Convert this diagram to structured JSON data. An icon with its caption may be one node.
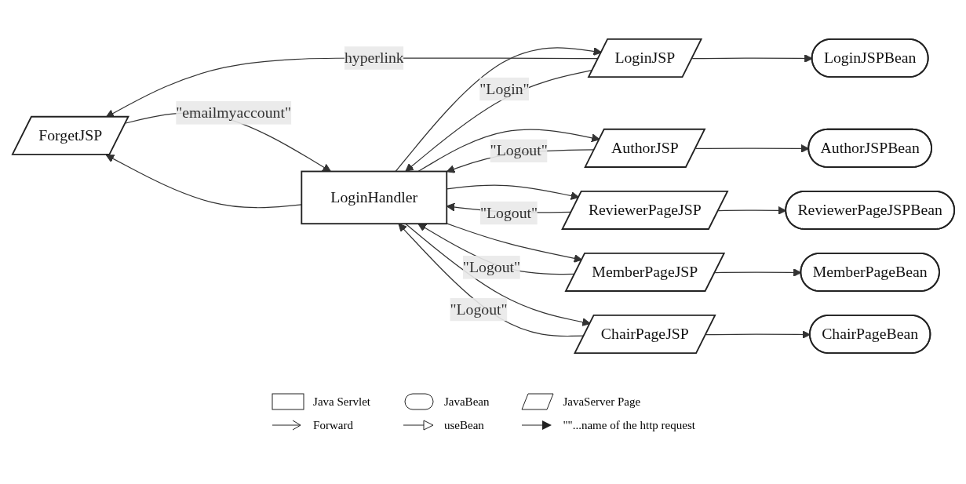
{
  "diagram": {
    "nodes": [
      {
        "text": [
          "ForgetJSP"
        ]
      },
      {
        "text": [
          "AuthorJSP"
        ]
      },
      {
        "text": [
          "AuthorJSPBean"
        ]
      },
      {
        "text": [
          "LoginHandler"
        ]
      },
      {
        "text": [
          "ReviewerPageJSP"
        ]
      },
      {
        "text": [
          "ReviewerPageJSPBean"
        ]
      },
      {
        "text": [
          "LoginJSP"
        ]
      },
      {
        "text": [
          "MemberPageJSP"
        ]
      },
      {
        "text": [
          "MemberPageBean"
        ]
      },
      {
        "text": [
          "ChairPageJSP"
        ]
      },
      {
        "text": [
          "ChairPageBean"
        ]
      },
      {
        "text": [
          "LoginJSPBean"
        ]
      }
    ],
    "edges": [
      {
        "from": 0,
        "to": 3,
        "arrow": "to",
        "label": "\"emailmyaccount\""
      },
      {
        "from": 3,
        "to": 0,
        "arrow": "to"
      },
      {
        "from": 6,
        "to": 0,
        "arrow": "to",
        "label": "hyperlink"
      },
      {
        "from": 6,
        "to": 3,
        "arrow": "to",
        "label": "\"Login\""
      },
      {
        "from": 3,
        "to": 6,
        "arrow": "to"
      },
      {
        "from": 6,
        "to": 11,
        "arrow": "to"
      },
      {
        "from": 1,
        "to": 3,
        "arrow": "to",
        "label": "\"Logout\""
      },
      {
        "from": 3,
        "to": 1,
        "arrow": "to"
      },
      {
        "from": 1,
        "to": 2,
        "arrow": "to"
      },
      {
        "from": 4,
        "to": 3,
        "arrow": "to",
        "label": "\"Logout\""
      },
      {
        "from": 3,
        "to": 4,
        "arrow": "to"
      },
      {
        "from": 4,
        "to": 5,
        "arrow": "to"
      },
      {
        "from": 3,
        "to": 7,
        "arrow": "to"
      },
      {
        "from": 7,
        "to": 3,
        "arrow": "to",
        "label": "\"Logout\""
      },
      {
        "from": 7,
        "to": 8,
        "arrow": "to"
      },
      {
        "from": 3,
        "to": 9,
        "arrow": "to"
      },
      {
        "from": 9,
        "to": 3,
        "arrow": "to",
        "label": "\"Logout\""
      },
      {
        "from": 9,
        "to": 10,
        "arrow": "to"
      }
    ],
    "legend": [
      {
        "text": "Java Servlet"
      },
      {
        "text": "JavaBean"
      },
      {
        "text": "JavaServer Page"
      },
      {
        "text": "Forward"
      },
      {
        "text": "useBean"
      },
      {
        "text": "\"\"...name of the http request"
      }
    ]
  }
}
